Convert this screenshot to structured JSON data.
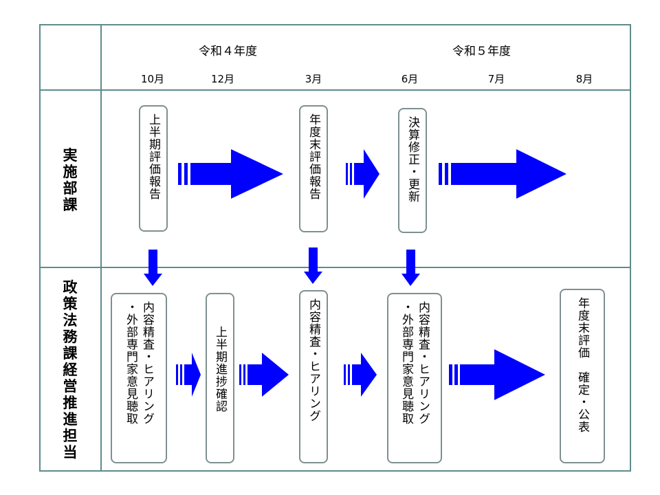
{
  "header": {
    "years": [
      "令和４年度",
      "令和５年度"
    ],
    "months": [
      "10月",
      "12月",
      "3月",
      "6月",
      "7月",
      "8月"
    ]
  },
  "rows": {
    "implementing": "実施部課",
    "policy": "政策法務課経営推進担当"
  },
  "top_boxes": [
    "上半期評価報告",
    "年度末評価報告",
    "決算修正・更新"
  ],
  "bottom_boxes": [
    "内容精査・ヒアリング\n・外部専門家意見聴取",
    "上半期進捗確認",
    "内容精査・ヒアリング",
    "内容精査・ヒアリング\n・外部専門家意見聴取",
    "年度末評価　確定・公表"
  ],
  "colors": {
    "arrow": "#0000ff",
    "frame": "#5e8b8b",
    "box_border": "#7f8f8f"
  }
}
